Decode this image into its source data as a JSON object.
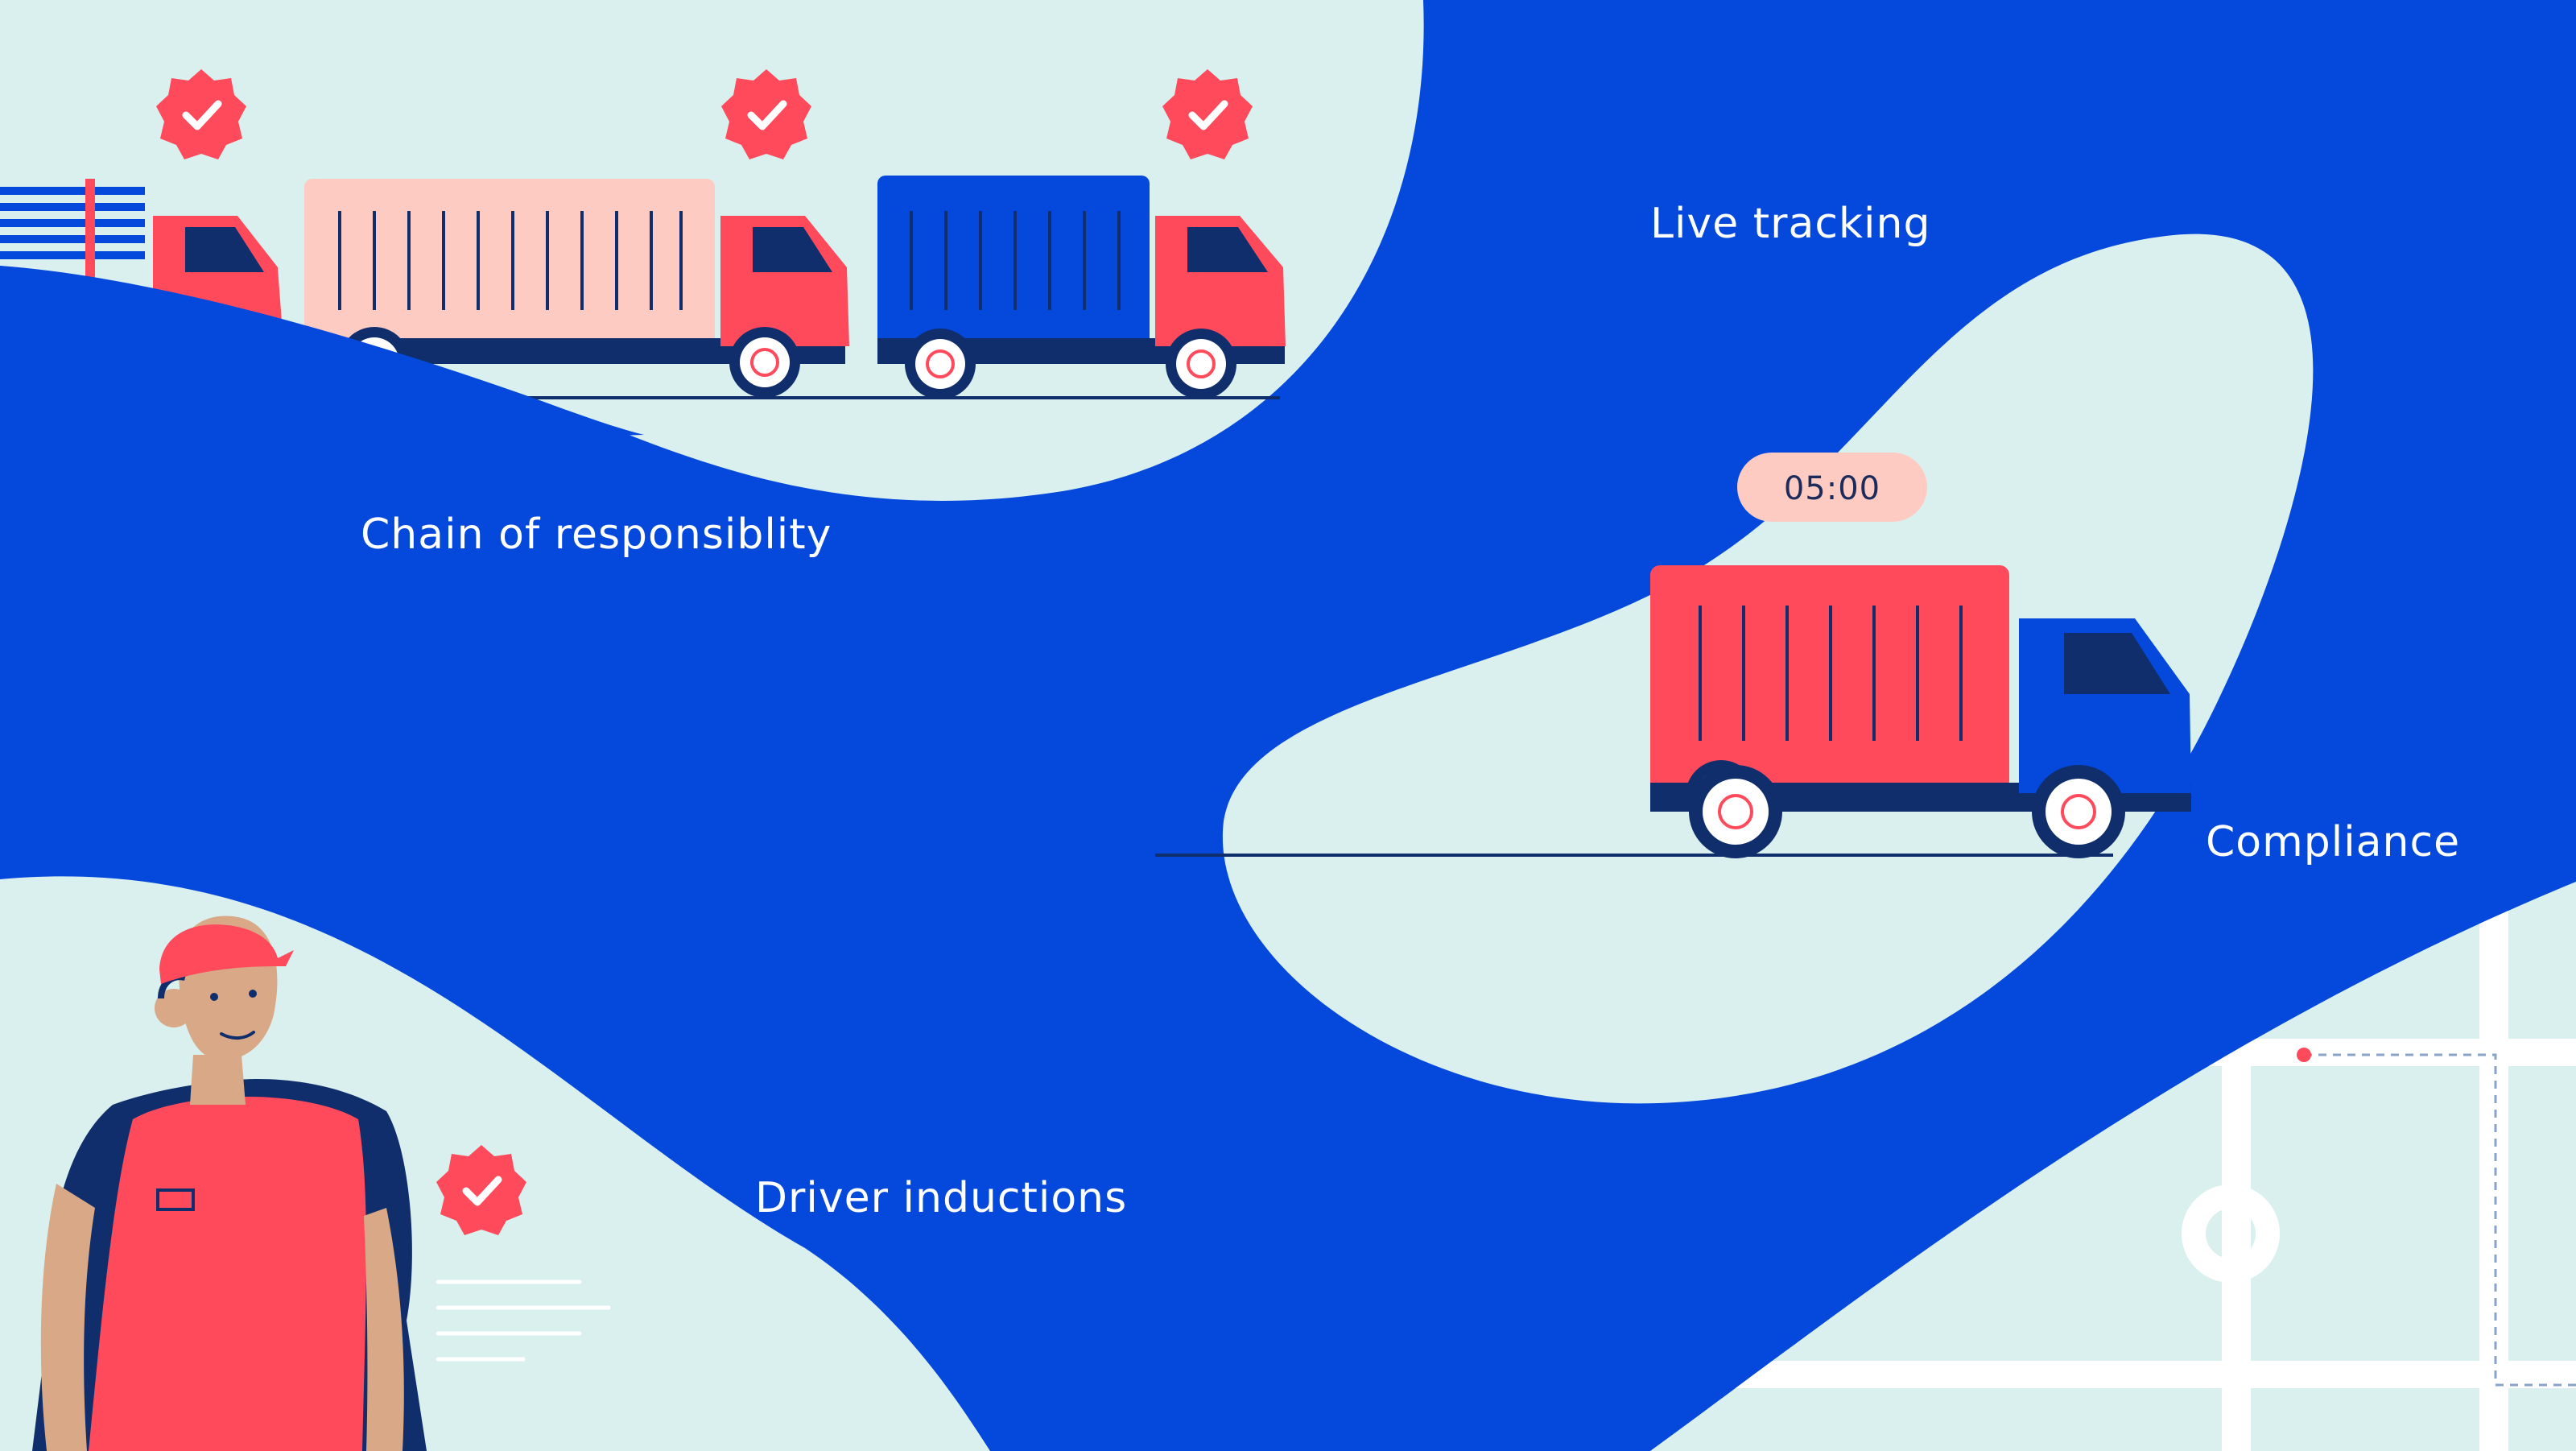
{
  "labels": {
    "live_tracking": "Live tracking",
    "chain_of_responsibility": "Chain of responsiblity",
    "compliance": "Compliance",
    "driver_inductions": "Driver inductions"
  },
  "timer": {
    "value": "05:00"
  },
  "colors": {
    "background_blue": "#0548DC",
    "light_panel": "#DAF0EF",
    "truck_red": "#FF4A5C",
    "truck_pink": "#FDCBC2",
    "navy": "#0F2E6B",
    "white": "#FFFFFF"
  },
  "icons": [
    "check-badge-icon",
    "truck-icon",
    "map-pin-icon"
  ]
}
